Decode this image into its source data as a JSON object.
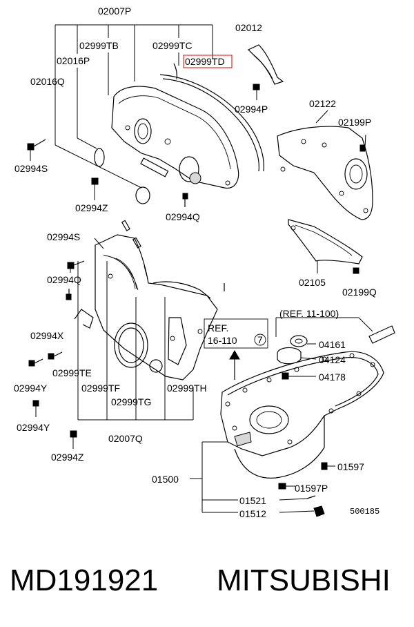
{
  "labels": {
    "p02007P": "02007P",
    "p02999TB": "02999TB",
    "p02999TC": "02999TC",
    "p02999TD": "02999TD",
    "p02016P": "02016P",
    "p02016Q": "02016Q",
    "p02012": "02012",
    "p02994P": "02994P",
    "p02122": "02122",
    "p02199P": "02199P",
    "p02994S_a": "02994S",
    "p02994Z_a": "02994Z",
    "p02994Q_a": "02994Q",
    "p02994S_b": "02994S",
    "p02994Q_b": "02994Q",
    "p02105": "02105",
    "p02199Q": "02199Q",
    "p02994X": "02994X",
    "p02999TE": "02999TE",
    "p02999TF": "02999TF",
    "p02999TG": "02999TG",
    "p02999TH": "02999TH",
    "p02994Y_a": "02994Y",
    "p02994Y_b": "02994Y",
    "p02007Q": "02007Q",
    "p02994Z_b": "02994Z",
    "ref_a_line1": "REF.",
    "ref_a_line2": "16-110",
    "ref_a_circle": "7",
    "ref_b": "(REF. 11-100)",
    "p04161": "04161",
    "p04124": "04124",
    "p04178": "04178",
    "p01597": "01597",
    "p01597P": "01597P",
    "p01500": "01500",
    "p01521": "01521",
    "p01512": "01512",
    "figure_no": "500185"
  },
  "caption": {
    "part_number": "MD191921",
    "brand": "MITSUBISHI"
  },
  "highlight_color": "#e03030"
}
